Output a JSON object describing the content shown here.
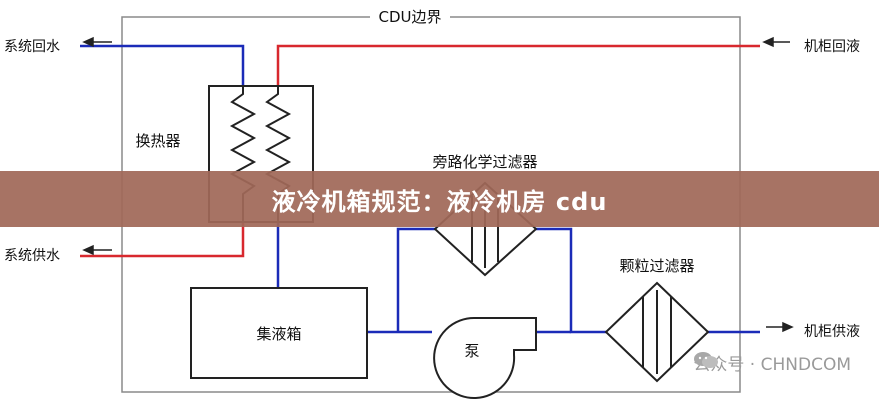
{
  "diagram": {
    "boundary_label": "CDU边界",
    "labels": {
      "system_return": "系统回水",
      "system_supply": "系统供水",
      "cabinet_return": "机柜回液",
      "cabinet_supply": "机柜供液",
      "heat_exchanger": "换热器",
      "bypass_filter": "旁路化学过滤器",
      "particle_filter": "颗粒过滤器",
      "tank": "集液箱",
      "pump": "泵"
    },
    "colors": {
      "blue": "#1b2bb8",
      "red": "#d8282e",
      "line": "#222222"
    }
  },
  "banner": {
    "title": "液冷机箱规范：液冷机房 cdu"
  },
  "watermark": {
    "text": "公众号 · CHNDCOM",
    "icon": "wechat-icon"
  }
}
